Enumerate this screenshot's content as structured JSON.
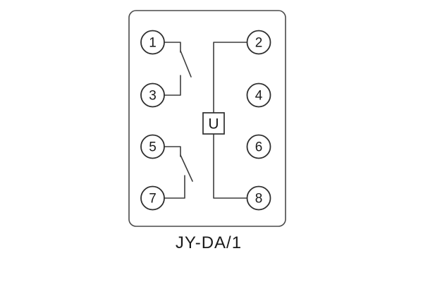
{
  "diagram": {
    "caption": "JY-DA/1",
    "component_label": "U",
    "terminals": [
      {
        "id": "1"
      },
      {
        "id": "2"
      },
      {
        "id": "3"
      },
      {
        "id": "4"
      },
      {
        "id": "5"
      },
      {
        "id": "6"
      },
      {
        "id": "7"
      },
      {
        "id": "8"
      }
    ],
    "colors": {
      "line": "#3d3d3d",
      "background": "#ffffff",
      "text": "#1a1a1a"
    }
  }
}
